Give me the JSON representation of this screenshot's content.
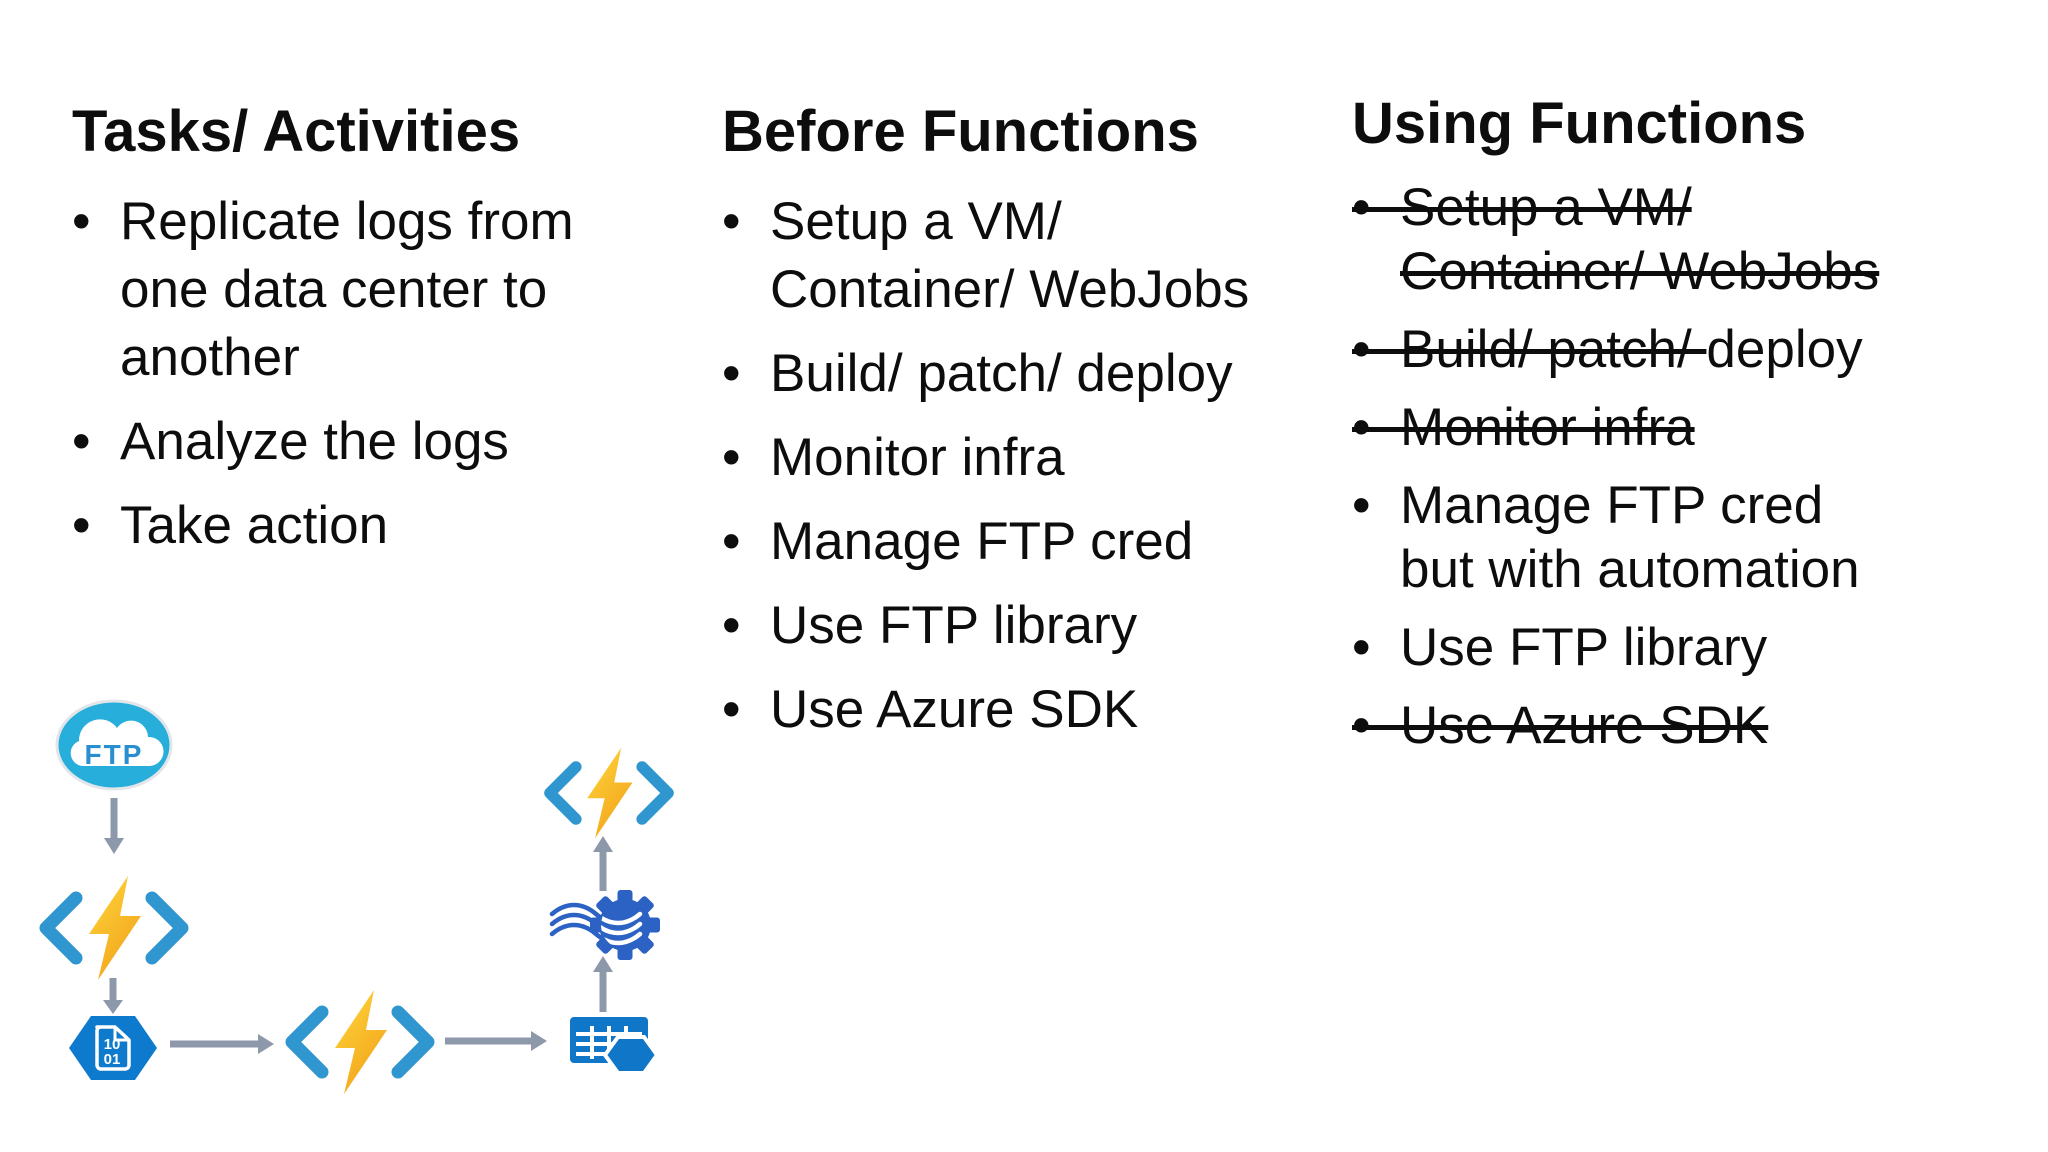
{
  "columns": [
    {
      "heading": "Tasks/ Activities",
      "items": [
        {
          "segments": [
            {
              "t": "Replicate logs from\none data center to\nanother",
              "s": false
            }
          ]
        },
        {
          "segments": [
            {
              "t": "Analyze the logs",
              "s": false
            }
          ]
        },
        {
          "segments": [
            {
              "t": "Take action",
              "s": false
            }
          ]
        }
      ]
    },
    {
      "heading": "Before Functions",
      "items": [
        {
          "segments": [
            {
              "t": "Setup a VM/\nContainer/ WebJobs",
              "s": false
            }
          ]
        },
        {
          "segments": [
            {
              "t": "Build/ patch/ deploy",
              "s": false
            }
          ]
        },
        {
          "segments": [
            {
              "t": "Monitor infra",
              "s": false
            }
          ]
        },
        {
          "segments": [
            {
              "t": "Manage FTP cred",
              "s": false
            }
          ]
        },
        {
          "segments": [
            {
              "t": "Use FTP library",
              "s": false
            }
          ]
        },
        {
          "segments": [
            {
              "t": "Use Azure SDK",
              "s": false
            }
          ]
        }
      ]
    },
    {
      "heading": "Using Functions",
      "items": [
        {
          "segments": [
            {
              "t": "Setup a VM/\nContainer/ WebJobs",
              "s": true
            }
          ]
        },
        {
          "segments": [
            {
              "t": "Build/ patch/ ",
              "s": true
            },
            {
              "t": "deploy",
              "s": false
            }
          ]
        },
        {
          "segments": [
            {
              "t": "Monitor infra",
              "s": true
            }
          ]
        },
        {
          "segments": [
            {
              "t": "Manage FTP cred\nbut with automation",
              "s": false
            }
          ]
        },
        {
          "segments": [
            {
              "t": "Use FTP library",
              "s": false
            }
          ]
        },
        {
          "segments": [
            {
              "t": "Use Azure SDK",
              "s": true
            }
          ]
        }
      ]
    }
  ],
  "diagram": {
    "ftp_label": "FTP",
    "binary_lines": [
      "10",
      "01"
    ],
    "icons": [
      "ftp-cloud-icon",
      "azure-functions-icon",
      "blob-binary-hexagon-icon",
      "azure-functions-icon",
      "table-storage-icon",
      "stream-analytics-gear-icon",
      "azure-functions-icon"
    ],
    "colors": {
      "ftp_cloud": "#27aedb",
      "ftp_text": "#2a8fd0",
      "function_bracket": "#2f96cf",
      "bolt_start": "#ffd83c",
      "bolt_end": "#f2a41c",
      "blob_hexagon": "#0e7ace",
      "table_storage": "#1076c8",
      "stream_gear": "#2b62c4",
      "arrow": "#8d99ab",
      "body_text": "#0d0d0d",
      "background": "#ffffff"
    }
  }
}
